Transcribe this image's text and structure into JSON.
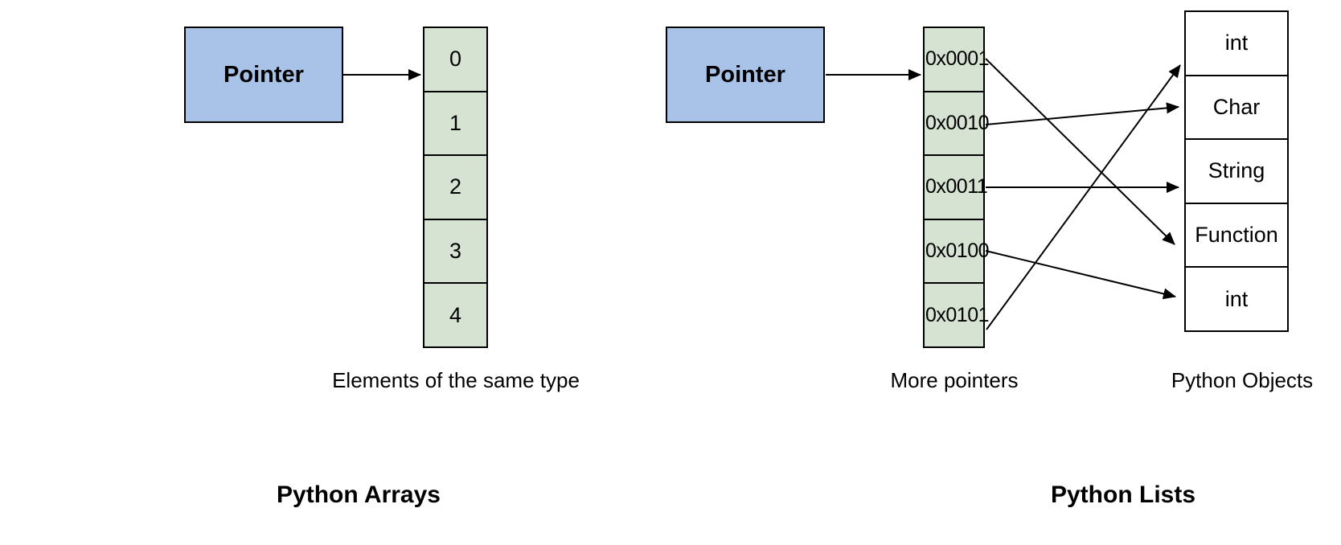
{
  "colors": {
    "background": "#ffffff",
    "pointer_fill": "#a9c2e8",
    "cell_fill": "#d7e3d2",
    "object_fill": "#ffffff",
    "line": "#000000",
    "text": "#000000"
  },
  "arrays_diagram": {
    "title": "Python Arrays",
    "pointer_label": "Pointer",
    "cells": [
      "0",
      "1",
      "2",
      "3",
      "4"
    ],
    "caption": "Elements of the same type"
  },
  "lists_diagram": {
    "title": "Python Lists",
    "pointer_label": "Pointer",
    "address_cells": [
      "0x0001",
      "0x0010",
      "0x0011",
      "0x0100",
      "0x0101"
    ],
    "object_cells": [
      "int",
      "Char",
      "String",
      "Function",
      "int"
    ],
    "address_caption": "More pointers",
    "objects_caption": "Python Objects",
    "pointer_links": [
      {
        "from": "0x0001",
        "to_object_index": 3,
        "to_object": "Function"
      },
      {
        "from": "0x0010",
        "to_object_index": 1,
        "to_object": "Char"
      },
      {
        "from": "0x0011",
        "to_object_index": 2,
        "to_object": "String"
      },
      {
        "from": "0x0100",
        "to_object_index": 4,
        "to_object": "int"
      },
      {
        "from": "0x0101",
        "to_object_index": 0,
        "to_object": "int"
      }
    ]
  }
}
